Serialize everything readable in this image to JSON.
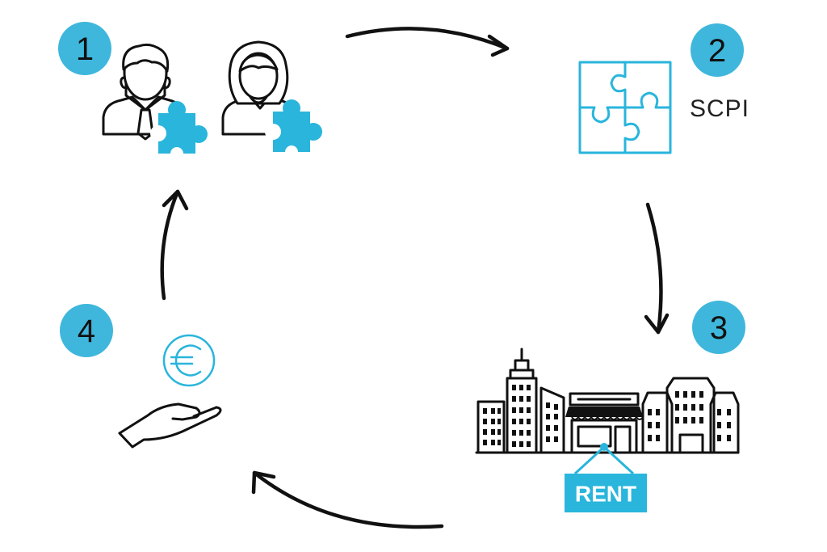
{
  "colors": {
    "accent": "#29b5dc",
    "badge": "#3fb7dc",
    "ink": "#111111",
    "background": "#ffffff"
  },
  "steps": [
    {
      "number": "1",
      "icon": "investors-puzzle-icon",
      "label": ""
    },
    {
      "number": "2",
      "icon": "puzzle-icon",
      "label": "SCPI"
    },
    {
      "number": "3",
      "icon": "city-buildings-icon",
      "label": "RENT"
    },
    {
      "number": "4",
      "icon": "hand-euro-icon",
      "label": ""
    }
  ],
  "flow": [
    {
      "from": "1",
      "to": "2"
    },
    {
      "from": "2",
      "to": "3"
    },
    {
      "from": "3",
      "to": "4"
    },
    {
      "from": "4",
      "to": "1"
    }
  ]
}
